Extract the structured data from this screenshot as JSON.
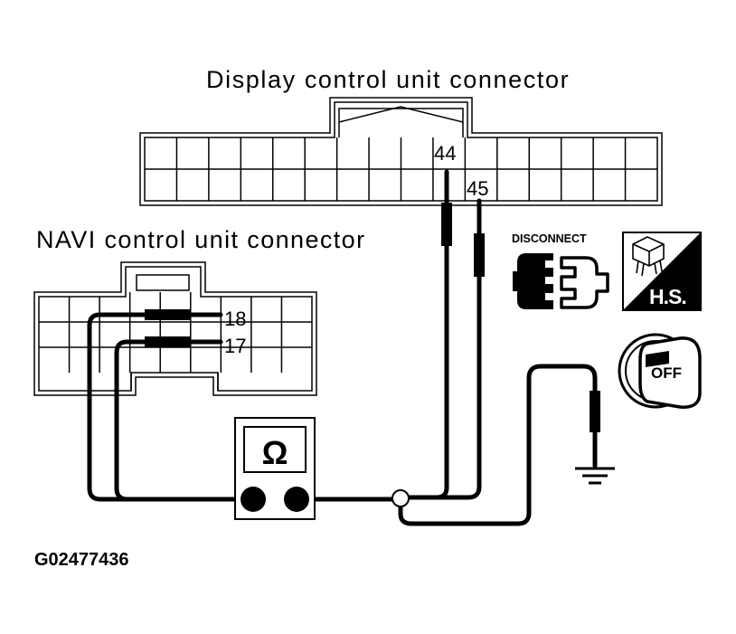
{
  "labels": {
    "display_connector": "Display control unit connector",
    "navi_connector": "NAVI control unit connector",
    "pin_44": "44",
    "pin_45": "45",
    "pin_18": "18",
    "pin_17": "17",
    "ohm_symbol": "Ω",
    "figure_id": "G02477436"
  },
  "icons": {
    "disconnect": {
      "caption": "DISCONNECT",
      "name": "disconnect-icon"
    },
    "harness_sensor": {
      "caption": "H.S.",
      "name": "harness-side-icon"
    },
    "ignition_key": {
      "caption": "OFF",
      "name": "ignition-off-icon"
    }
  },
  "colors": {
    "ink": "#000000",
    "paper": "#ffffff"
  }
}
